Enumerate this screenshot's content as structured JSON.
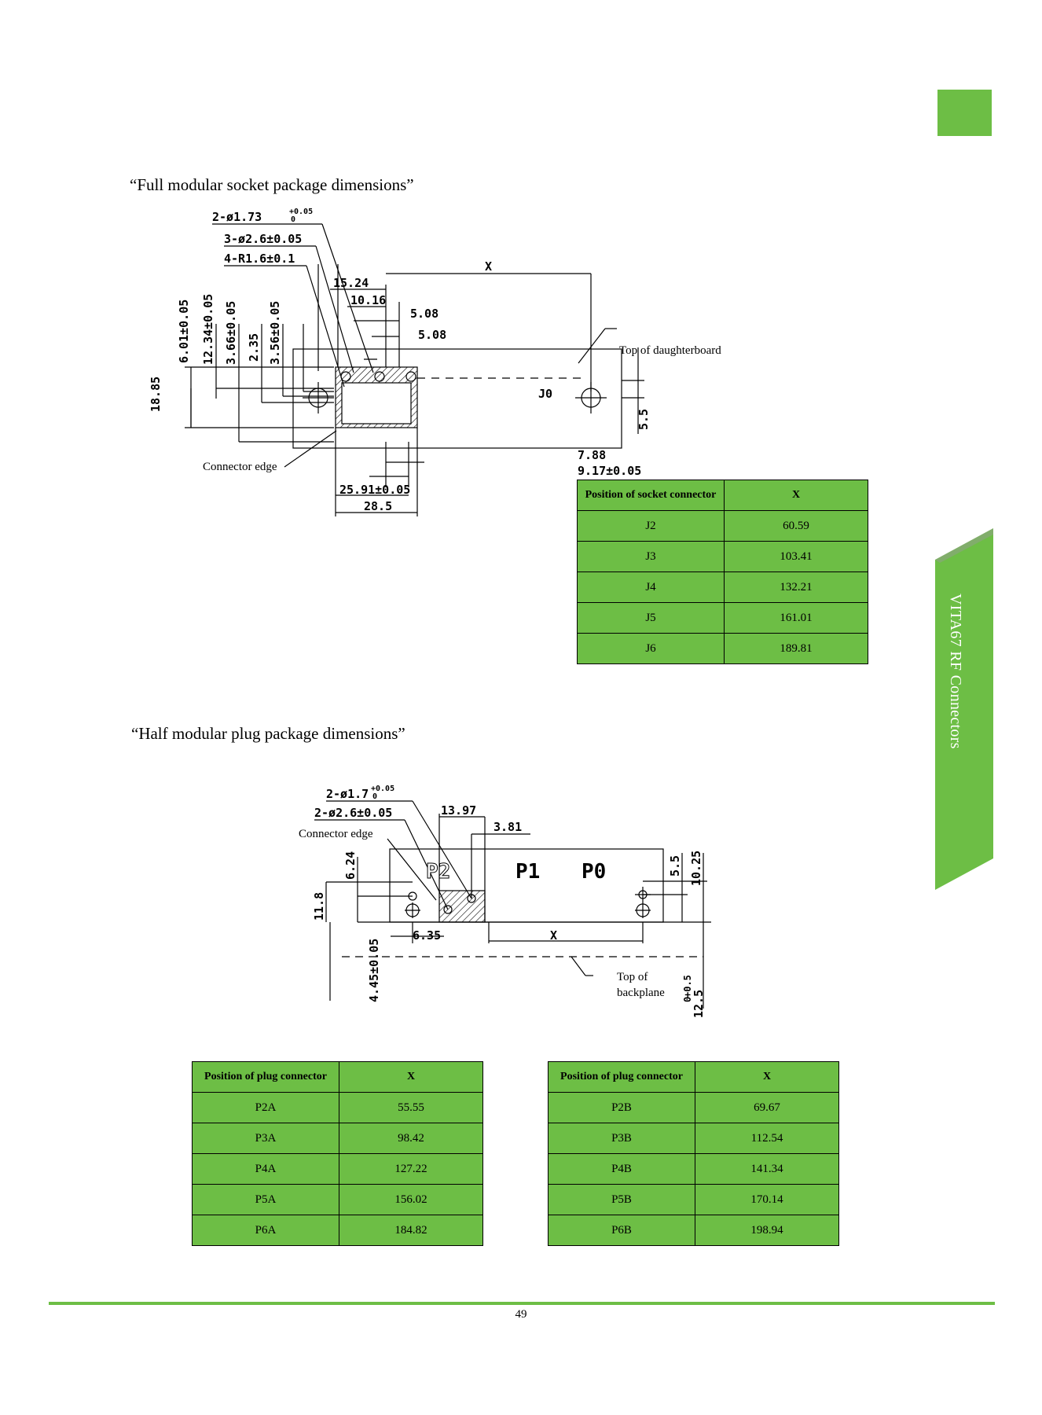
{
  "colors": {
    "accent": "#6dbe45",
    "line": "#000000"
  },
  "side_tab": {
    "label": "VITA67  RF Connectors"
  },
  "section1": {
    "heading": "“Full modular socket package dimensions”",
    "drawing": {
      "dims": {
        "hole_small": "2-ø1.73",
        "hole_small_tol_upper": "+0.05",
        "hole_small_tol_lower": "0",
        "hole_large": "3-ø2.6±0.05",
        "radius": "4-R1.6±0.1",
        "d15_24": "15.24",
        "d10_16": "10.16",
        "d5_08a": "5.08",
        "d5_08b": "5.08",
        "x": "X",
        "v6_01": "6.01±0.05",
        "v12_34": "12.34±0.05",
        "v3_66": "3.66±0.05",
        "v2_35": "2.35",
        "v3_56": "3.56±0.05",
        "v18_85": "18.85",
        "v5_5": "5.5",
        "d7_88": "7.88",
        "d9_17": "9.17±0.05",
        "d25_91": "25.91±0.05",
        "d28_5": "28.5",
        "j0": "J0"
      },
      "annotations": {
        "top_of_daughterboard": "Top of daughterboard",
        "connector_edge": "Connector edge"
      }
    },
    "table": {
      "headers": [
        "Position of socket connector",
        "X"
      ],
      "rows": [
        [
          "J2",
          "60.59"
        ],
        [
          "J3",
          "103.41"
        ],
        [
          "J4",
          "132.21"
        ],
        [
          "J5",
          "161.01"
        ],
        [
          "J6",
          "189.81"
        ]
      ]
    }
  },
  "section2": {
    "heading": "“Half modular plug package dimensions”",
    "drawing": {
      "dims": {
        "hole_small": "2-ø1.7",
        "hole_small_tol_upper": "+0.05",
        "hole_small_tol_lower": "0",
        "hole_large": "2-ø2.6±0.05",
        "d13_97": "13.97",
        "d3_81": "3.81",
        "v6_24": "6.24",
        "v11_8": "11.8",
        "v5_5": "5.5",
        "v10_25": "10.25",
        "d6_35": "6.35",
        "x": "X",
        "v4_45": "4.45±0.05",
        "v12_5": "12.5",
        "v12_5_tol_upper": "+0.5",
        "v12_5_tol_lower": "0"
      },
      "labels": {
        "p2": "P2",
        "p1": "P1",
        "p0": "P0"
      },
      "annotations": {
        "connector_edge": "Connector edge",
        "top_of_backplane_1": "Top of",
        "top_of_backplane_2": "backplane"
      }
    },
    "table_a": {
      "headers": [
        "Position of plug connector",
        "X"
      ],
      "rows": [
        [
          "P2A",
          "55.55"
        ],
        [
          "P3A",
          "98.42"
        ],
        [
          "P4A",
          "127.22"
        ],
        [
          "P5A",
          "156.02"
        ],
        [
          "P6A",
          "184.82"
        ]
      ]
    },
    "table_b": {
      "headers": [
        "Position of plug connector",
        "X"
      ],
      "rows": [
        [
          "P2B",
          "69.67"
        ],
        [
          "P3B",
          "112.54"
        ],
        [
          "P4B",
          "141.34"
        ],
        [
          "P5B",
          "170.14"
        ],
        [
          "P6B",
          "198.94"
        ]
      ]
    }
  },
  "footer": {
    "page_number": "49"
  }
}
